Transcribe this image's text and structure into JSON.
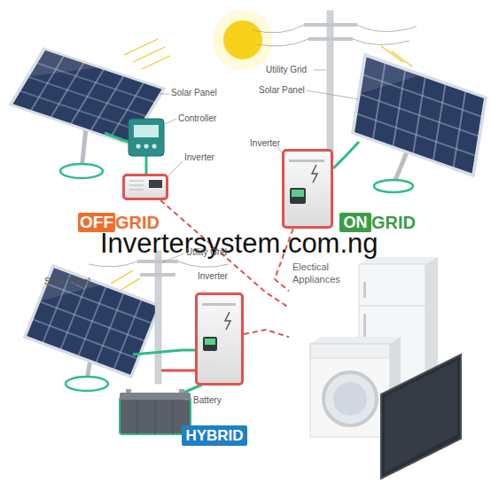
{
  "diagram": {
    "nodes": [
      {
        "text": [
          "Inverter"
        ]
      },
      {
        "text": [
          "Inverter"
        ]
      },
      {
        "text": [
          "OFF",
          "GRID"
        ]
      },
      {
        "text": [
          "ON",
          "GRID"
        ]
      },
      {
        "text": [
          "Electical Appliances"
        ]
      },
      {
        "text": [
          "Inverter"
        ]
      },
      {
        "text": [
          "HYBRID"
        ]
      }
    ],
    "edges": [
      {
        "from": 0,
        "to": 4,
        "arrow": "none"
      },
      {
        "from": 1,
        "to": 4,
        "arrow": "none"
      },
      {
        "from": 5,
        "to": 4,
        "arrow": "none"
      }
    ],
    "labels": [
      "Solar Panel",
      "Controller",
      "Utility Grid",
      "Solar Panel",
      "Invertersystem.com.ng",
      "Solar Panel",
      "Utility Grid",
      "Battery"
    ]
  }
}
